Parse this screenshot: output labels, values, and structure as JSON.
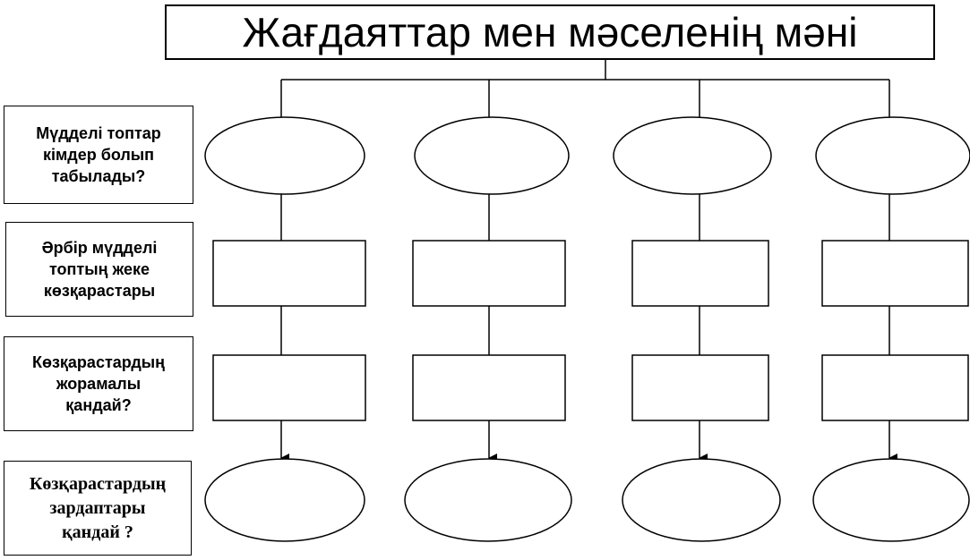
{
  "title": "Жағдаяттар мен мәселенің мәні",
  "row_labels": {
    "r1": {
      "line1": "Мүдделі  топтар",
      "line2": "кімдер болып",
      "line3": "табылады?"
    },
    "r2": {
      "line1": "Әрбір мүдделі",
      "line2": "топтың  жеке",
      "line3": "көзқарастары"
    },
    "r3": {
      "line1": "Көзқарастардың",
      "line2": "жорамалы",
      "line3": "қандай?"
    },
    "r4": {
      "line1": "Көзқарастардың",
      "line2": "зардаптары",
      "line3": "қандай ?"
    }
  },
  "colors": {
    "stroke": "#000000",
    "fill": "#ffffff"
  }
}
